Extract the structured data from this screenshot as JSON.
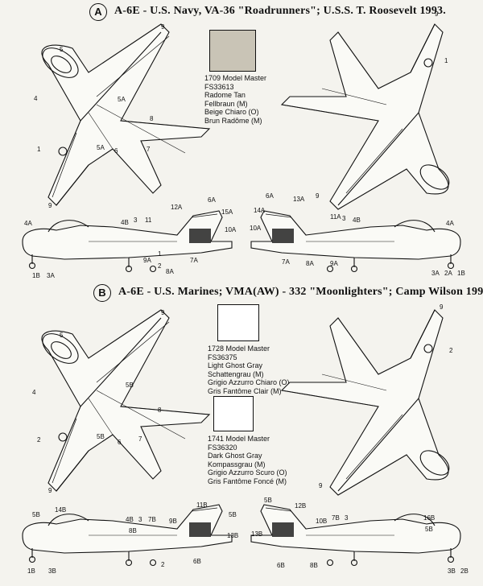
{
  "section_a": {
    "badge": "A",
    "title": "A-6E - U.S. Navy, VA-36 \"Roadrunners\"; U.S.S. T. Roosevelt 1993.",
    "paint": {
      "code": "1709 Model Master",
      "fs": "FS33613",
      "names": [
        "Radome Tan",
        "Fellbraun (M)",
        "Beige Chiaro (O)",
        "Brun Radôme (M)"
      ],
      "swatch_color": "#c9c4b6"
    }
  },
  "section_b": {
    "badge": "B",
    "title": "A-6E - U.S. Marines; VMA(AW) - 332 \"Moonlighters\"; Camp Wilson 1993.",
    "paint_1": {
      "code": "1728 Model Master",
      "fs": "FS36375",
      "names": [
        "Light Ghost Gray",
        "Schattengrau (M)",
        "Grigio Azzurro Chiaro (O)",
        "Gris Fantôme Clair (M)"
      ],
      "swatch_color": "#ffffff"
    },
    "paint_2": {
      "code": "1741 Model Master",
      "fs": "FS36320",
      "names": [
        "Dark Ghost Gray",
        "Kompassgrau (M)",
        "Grigio Azzurro Scuro (O)",
        "Gris Fantôme Foncé (M)"
      ],
      "swatch_color": "#ffffff"
    }
  },
  "callouts_a_top_left": [
    "9",
    "5",
    "4",
    "5A",
    "8",
    "6",
    "5A",
    "1",
    "7",
    "9"
  ],
  "callouts_a_top_right": [
    "9",
    "1",
    "9"
  ],
  "callouts_a_side_left": [
    "4A",
    "4B",
    "3",
    "11",
    "12A",
    "6A",
    "15A",
    "10A",
    "1B",
    "3A",
    "9A",
    "8A",
    "1",
    "2",
    "7A"
  ],
  "callouts_a_side_right": [
    "6A",
    "13A",
    "14A",
    "10A",
    "11A",
    "3",
    "4B",
    "4A",
    "7A",
    "8A",
    "9A",
    "3A",
    "2A",
    "1B"
  ],
  "callouts_b_top_left": [
    "9",
    "5",
    "4",
    "5B",
    "8",
    "2",
    "5B",
    "6",
    "7",
    "9"
  ],
  "callouts_b_top_right": [
    "9",
    "2",
    "9"
  ],
  "callouts_b_side_left": [
    "5B",
    "14B",
    "1B",
    "3B",
    "4B",
    "8B",
    "3",
    "7B",
    "9B",
    "11B",
    "5B",
    "13B",
    "6B",
    "2"
  ],
  "callouts_b_side_right": [
    "5B",
    "12B",
    "10B",
    "13B",
    "6B",
    "8B",
    "3",
    "7B",
    "16B",
    "5B",
    "3B",
    "2B"
  ]
}
